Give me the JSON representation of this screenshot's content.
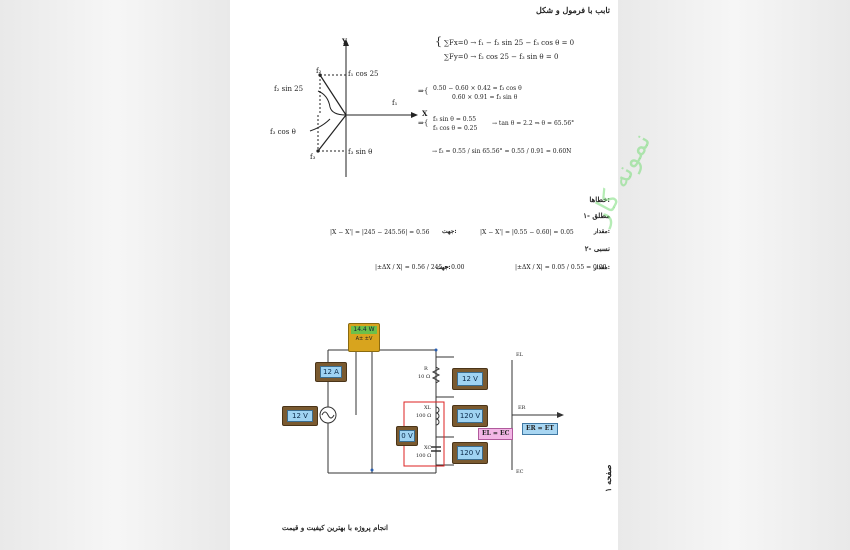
{
  "header": {
    "title": "تابب با فرمول و شکل"
  },
  "watermark": "نمونه کار",
  "force_diagram": {
    "axis_y": "Y",
    "axis_x": "X",
    "labels": {
      "f2": "f₂",
      "f1cos": "f₁ cos 25",
      "f1": "f₁",
      "f2sin": "f₂ sin 25",
      "f3cos": "f₃ cos θ",
      "f3": "f₃",
      "f3sin": "f₃ sin θ"
    }
  },
  "equations": {
    "sumfx": "∑Fx=0 → f₁ − f₂ sin 25 − f₃ cos θ = 0",
    "sumfy": "∑Fy=0 → f₂ cos 25 − f₃ sin θ = 0",
    "sys1a": "0.50 − 0.60 × 0.42 = f₃ cos θ",
    "sys1b": "0.60 × 0.91 = f₃ sin θ",
    "sys2a": "f₃ sin θ = 0.55",
    "sys2b": "f₃ cos θ = 0.25",
    "sys2c": "→ tan θ = 2.2 ⇒ θ = 65.56°",
    "f3_result": "→ f₃ = 0.55 / sin 65.56° = 0.55 / 0.91 = 0.60N"
  },
  "errors": {
    "title": "خطاها:",
    "abs_title": "۱- مطلق",
    "value_label": "مقدار:",
    "dir_label": "جهت:",
    "abs_value": "|X − X'| = |0.55 − 0.60| = 0.05",
    "abs_dir": "|X − X'| = |245 − 245.56| = 0.56",
    "rel_title": "۲- نسبی",
    "rel_value": "|±ΔX / X| = 0.05 / 0.55 = 0.09",
    "rel_dir": "|±ΔX / X| = 0.56 / 245 = 0.00"
  },
  "circuit": {
    "wattmeter": "14.4 W",
    "wattmeter_terms": "A±  ±V",
    "ammeter": "12 A",
    "source_v": "12 V",
    "vr": "12 V",
    "vl": "120 V",
    "vc": "120 V",
    "vlc": "0 V",
    "r_label": "R",
    "r_val": "10 Ω",
    "xl_label": "XL",
    "xl_val": "100 Ω",
    "xc_label": "XC",
    "xc_val": "100 Ω",
    "el_ec": "EL = EC",
    "er_et": "ER = ET",
    "phasor_el": "EL",
    "phasor_er": "ER",
    "phasor_ec": "EC"
  },
  "footer": {
    "text": "انجام پروژه با بهترین کیفیت و قیمت",
    "page_label": "صفحه ۱"
  }
}
